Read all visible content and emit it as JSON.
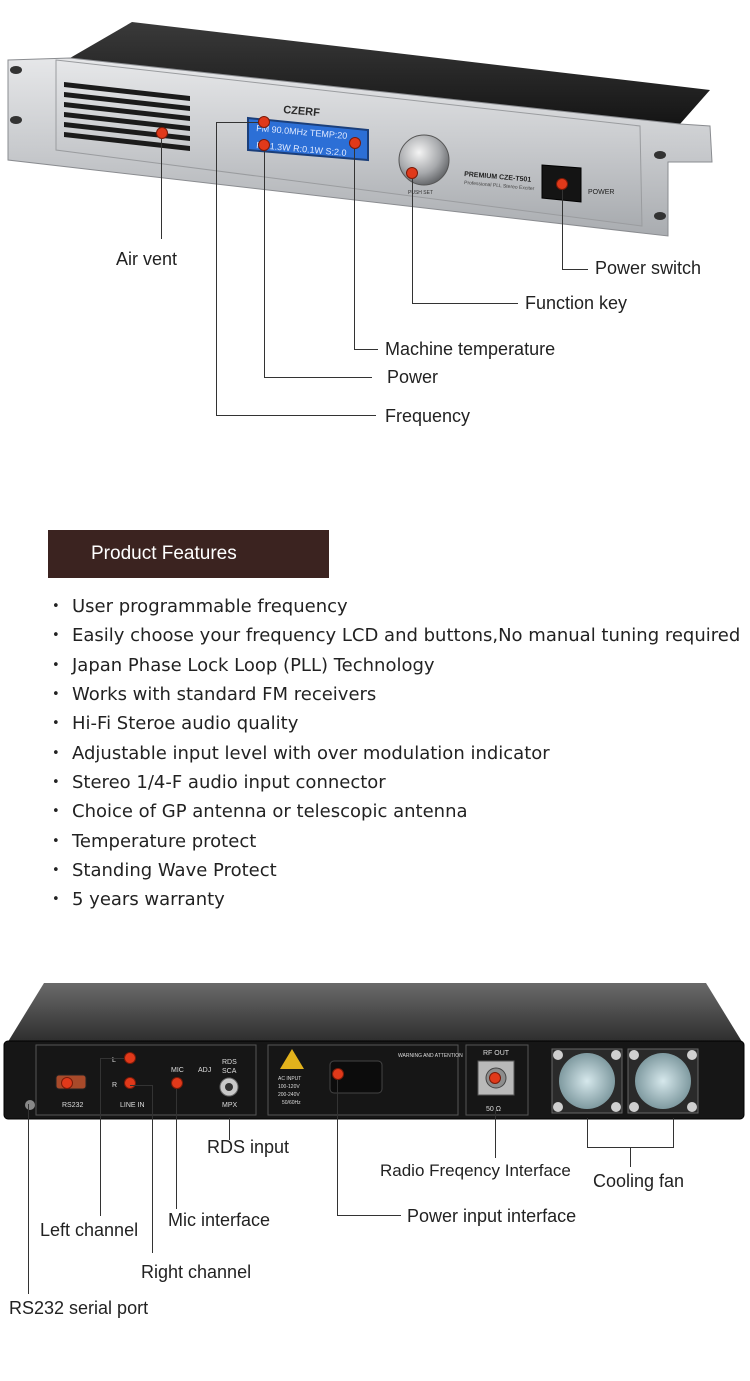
{
  "front_panel": {
    "brand": "CZERF",
    "lcd_line1": "FM 90.0MHz TEMP:20",
    "lcd_line2": "P:01.3W R:0.1W S:2.0",
    "knob_label": "PUSH SET",
    "model_label": "PREMIUM CZE-T501",
    "model_sub": "Professional PLL Stereo Exciter",
    "power_label": "POWER",
    "callouts": {
      "air_vent": "Air vent",
      "power_switch": "Power switch",
      "function_key": "Function key",
      "machine_temperature": "Machine temperature",
      "power": "Power",
      "frequency": "Frequency"
    }
  },
  "features": {
    "heading": "Product Features",
    "bullet": "•",
    "items": [
      "User programmable frequency",
      "Easily choose your frequency LCD and buttons,No manual tuning required",
      "Japan Phase Lock Loop (PLL) Technology",
      "Works with standard FM receivers",
      "Hi-Fi Steroe audio quality",
      "Adjustable input level with over modulation indicator",
      "Stereo 1/4-F audio input connector",
      "Choice of GP antenna or telescopic antenna",
      "Temperature protect",
      "Standing Wave Protect",
      "5 years warranty"
    ]
  },
  "back_panel": {
    "labels": {
      "rs232": "RS232",
      "line_in": "LINE IN",
      "l": "L",
      "r": "R",
      "mic": "MIC",
      "adj": "ADJ",
      "rds": "RDS",
      "sca": "SCA",
      "mpx": "MPX",
      "rf_out": "RF OUT",
      "ohm": "50 Ω",
      "ac_input": "AC INPUT",
      "ac_v1": "100-120V",
      "ac_v2": "200-240V",
      "ac_hz": "50/60Hz",
      "warning": "WARNING AND ATTENTION"
    },
    "callouts": {
      "rds_input": "RDS input",
      "rf_interface": "Radio Freqency Interface",
      "cooling_fan": "Cooling fan",
      "left_channel": "Left channel",
      "mic_interface": "Mic interface",
      "power_input": "Power input interface",
      "right_channel": "Right channel",
      "rs232_port": "RS232 serial port"
    }
  }
}
